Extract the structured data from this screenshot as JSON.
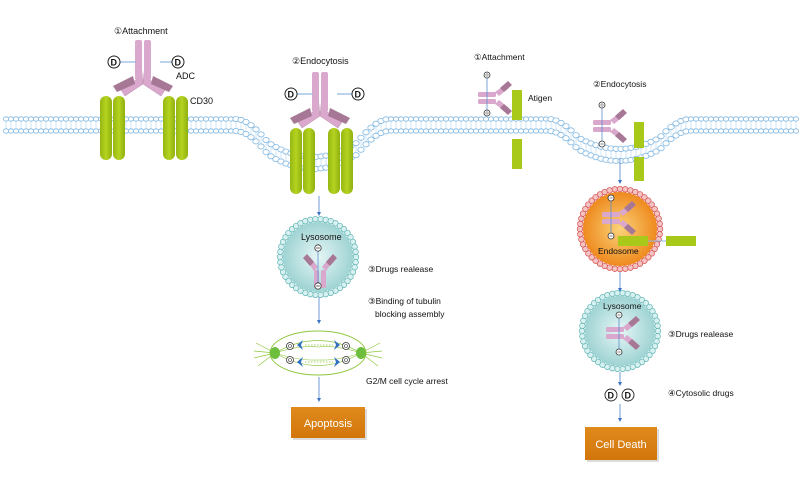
{
  "colors": {
    "membrane": "#7fb6e0",
    "receptor": "#a8c81a",
    "antibody_light": "#d9a8cc",
    "antibody_dark": "#a77896",
    "lysosome_fill": "#bde3e3",
    "lysosome_bead": "#9fd6d6",
    "endosome_fill": "#f2a03c",
    "endosome_bead": "#f2c4c4",
    "box": "#dd8012",
    "arrow": "#5b8fd0",
    "spindle": "#8ec63f",
    "tubulin": "#2f6fc0"
  },
  "left_panel": {
    "step1": "①Attachment",
    "adc_label": "ADC",
    "receptor_label": "CD30",
    "drug_symbol": "D",
    "step2": "②Endocytosis",
    "lysosome_label": "Lysosome",
    "step3_release": "③Drugs realease",
    "step3_binding_line1": "③Binding of tubulin",
    "step3_binding_line2": "blocking assembly",
    "arrest_label": "G2/M cell cycle arrest",
    "outcome": "Apoptosis"
  },
  "right_panel": {
    "step1": "①Attachment",
    "antigen_label": "Atigen",
    "step2": "②Endocytosis",
    "endosome_label": "Endosome",
    "lysosome_label": "Lysosome",
    "step3_release": "③Drugs realease",
    "step4": "④Cytosolic drugs",
    "drug_symbol": "D",
    "outcome": "Cell Death"
  }
}
